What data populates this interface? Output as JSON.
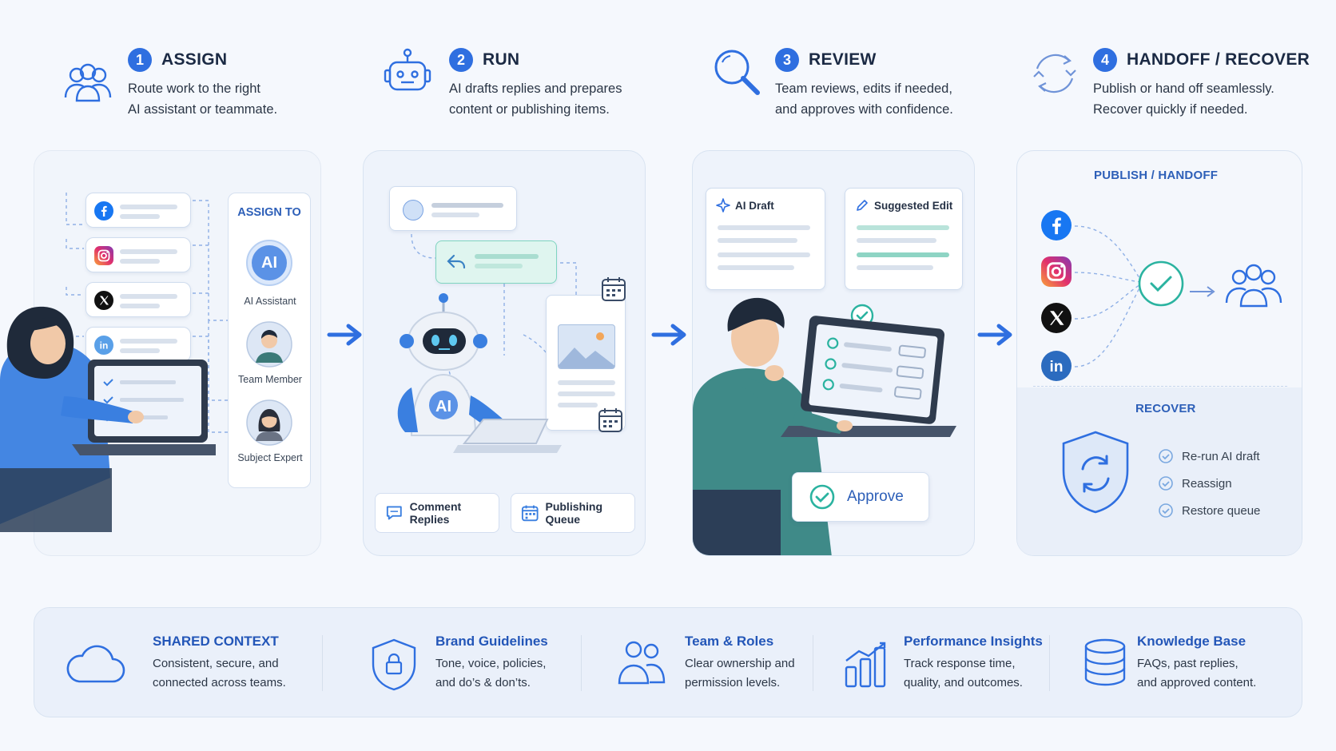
{
  "steps": [
    {
      "num": "1",
      "title": "ASSIGN",
      "desc": "Route work to the right\nAI assistant or teammate."
    },
    {
      "num": "2",
      "title": "RUN",
      "desc": "AI drafts replies and prepares\ncontent or publishing items."
    },
    {
      "num": "3",
      "title": "REVIEW",
      "desc": "Team reviews, edits if needed,\nand approves with confidence."
    },
    {
      "num": "4",
      "title": "HANDOFF / RECOVER",
      "desc": "Publish or hand off seamlessly.\nRecover quickly if needed."
    }
  ],
  "assign": {
    "assign_to": "ASSIGN TO",
    "ai_badge": "AI",
    "targets": [
      "AI Assistant",
      "Team Member",
      "Subject Expert"
    ]
  },
  "run": {
    "robot_badge": "AI",
    "chips": [
      "Comment Replies",
      "Publishing Queue"
    ]
  },
  "review": {
    "ai_draft": "AI Draft",
    "suggested_edit": "Suggested Edit",
    "approve": "Approve"
  },
  "handoff": {
    "publish_title": "PUBLISH / HANDOFF",
    "recover_title": "RECOVER",
    "recover_items": [
      "Re-run AI draft",
      "Reassign",
      "Restore queue"
    ]
  },
  "footer": [
    {
      "title": "SHARED CONTEXT",
      "desc": "Consistent, secure, and\nconnected across teams."
    },
    {
      "title": "Brand Guidelines",
      "desc": "Tone, voice, policies,\nand do’s & don’ts."
    },
    {
      "title": "Team & Roles",
      "desc": "Clear ownership and\npermission levels."
    },
    {
      "title": "Performance Insights",
      "desc": "Track response time,\nquality, and outcomes."
    },
    {
      "title": "Knowledge Base",
      "desc": "FAQs, past replies,\nand approved content."
    }
  ],
  "colors": {
    "accent": "#2f6fe0",
    "teal": "#2bb3a0",
    "panel_bg": "#eef3fb"
  }
}
